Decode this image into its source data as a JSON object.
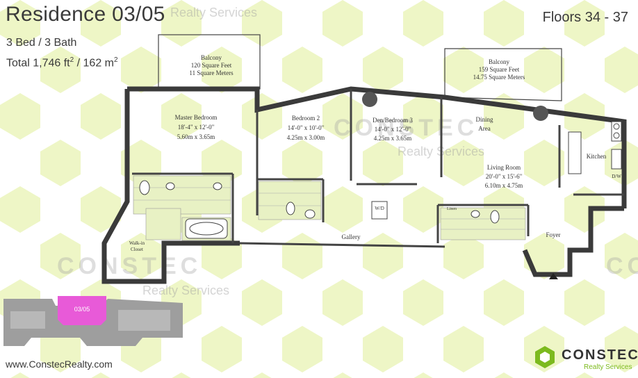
{
  "header": {
    "title": "Residence 03/05",
    "beds_baths": "3 Bed / 3 Bath",
    "total_prefix": "Total 1,746 ft",
    "total_mid": " / 162 m",
    "sup": "2",
    "floors": "Floors 34 - 37"
  },
  "watermark": {
    "name": "CONSTEC",
    "services": "Realty Services"
  },
  "rooms": {
    "balcony_left": {
      "name": "Balcony",
      "l1": "120 Square Feet",
      "l2": "11 Square Meters"
    },
    "balcony_right": {
      "name": "Balcony",
      "l1": "159 Square Feet",
      "l2": "14.75 Square Meters"
    },
    "master": {
      "name": "Master Bedroom",
      "l1": "18'-4\" x 12'-0\"",
      "l2": "5.60m x 3.65m"
    },
    "bed2": {
      "name": "Bedroom 2",
      "l1": "14'-0\" x 10'-0\"",
      "l2": "4.25m x 3.00m"
    },
    "den": {
      "name": "Den/Bedroom 3",
      "l1": "14'-0\" x 12'-0\"",
      "l2": "4.25m x 3.65m"
    },
    "dining": {
      "name": "Dining",
      "l2": "Area"
    },
    "living": {
      "name": "Living Room",
      "l1": "20'-0\" x 15'-6\"",
      "l2": "6.10m x 4.75m"
    },
    "kitchen": "Kitchen",
    "gallery": "Gallery",
    "foyer": "Foyer",
    "walkin": "Walk-in",
    "closet": "Closet",
    "wd": "W/D",
    "dw": "D/W",
    "linen": "Linen"
  },
  "keyplan": {
    "unit": "03/05",
    "highlight": "#e85ad8"
  },
  "footer": {
    "website": "www.ConstecRealty.com",
    "logo_name": "CONSTEC",
    "logo_sub": "Realty Services"
  },
  "colors": {
    "accent": "#e2f0a8",
    "logo_green": "#7cba1e"
  }
}
